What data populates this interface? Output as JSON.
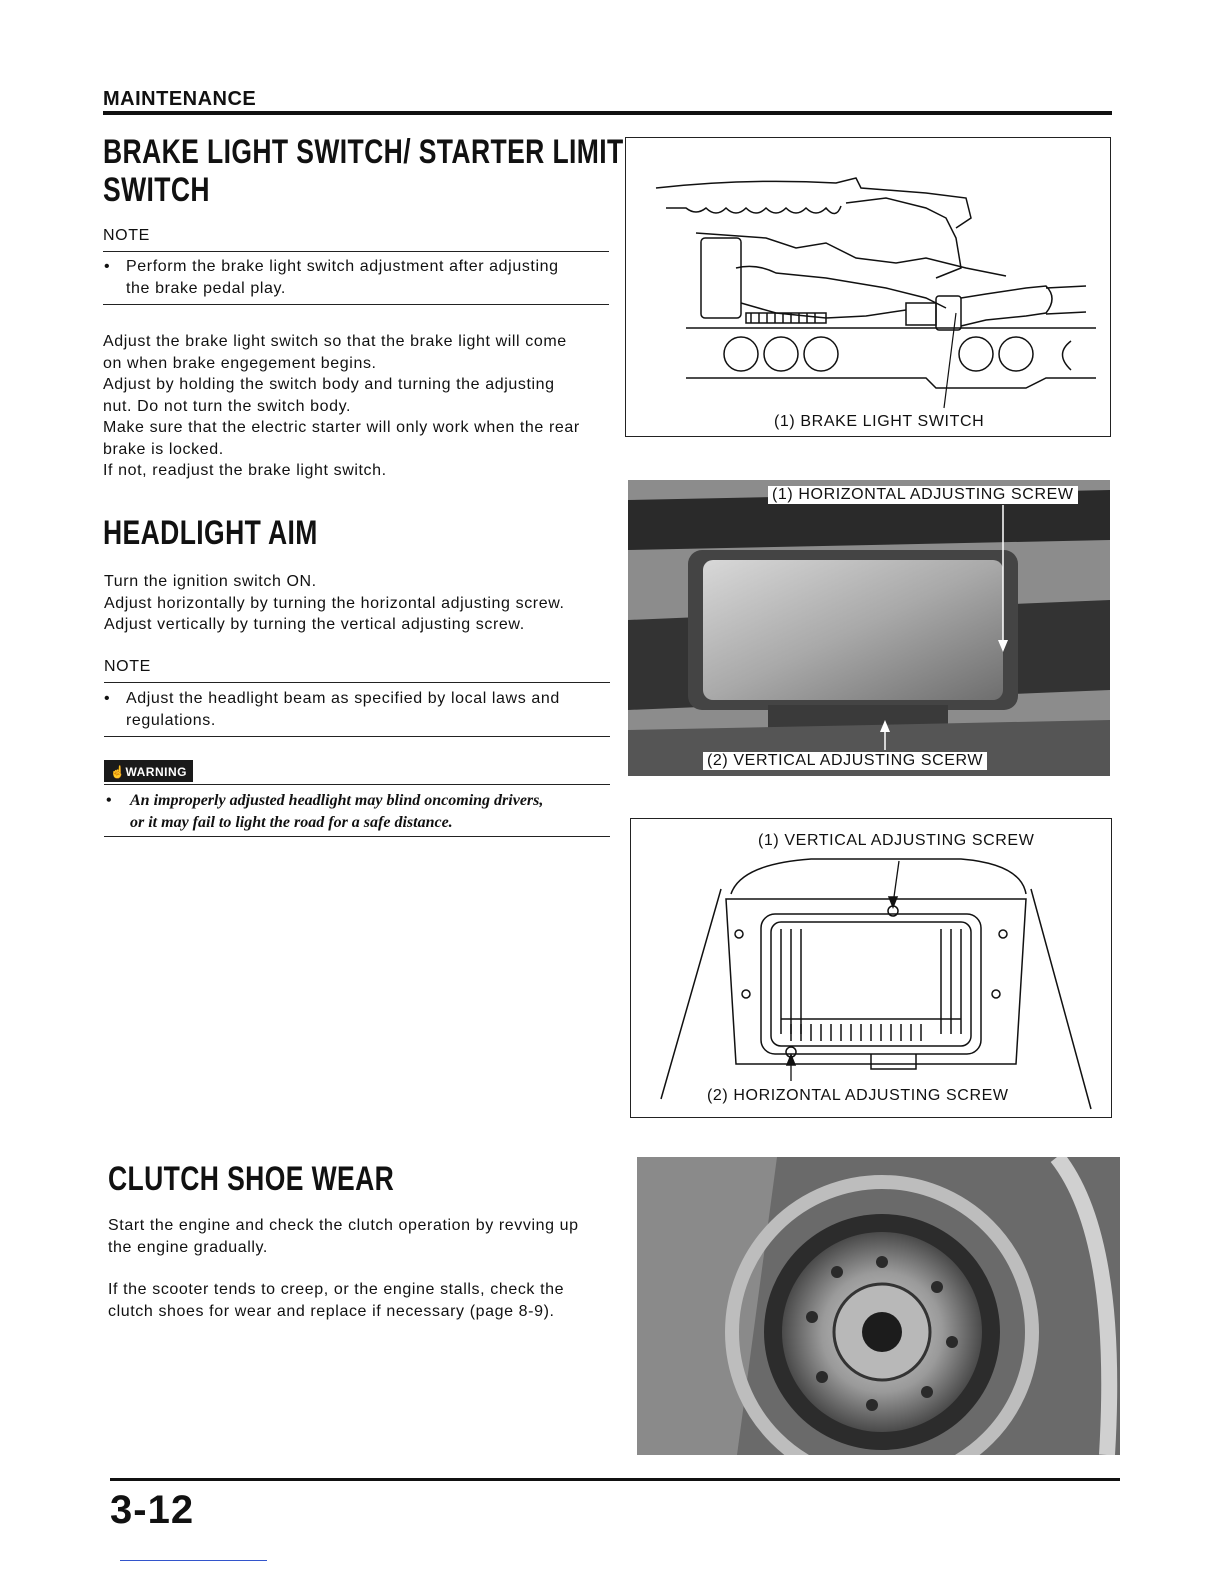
{
  "header": {
    "section": "MAINTENANCE"
  },
  "brake": {
    "title_line1": "BRAKE LIGHT SWITCH/ STARTER LIMITER",
    "title_line2": "SWITCH",
    "note_label": "NOTE",
    "note_item_line1": "Perform the brake light switch adjustment after adjusting",
    "note_item_line2": "the brake pedal play.",
    "para_lines": [
      "Adjust the brake light switch so that the brake light will come",
      "on when brake engegement begins.",
      "Adjust by holding the switch body and turning the adjusting",
      "nut. Do not turn the switch body.",
      "Make sure that the electric starter will only work when the rear",
      "brake is locked.",
      "If not, readjust the brake light switch."
    ],
    "figure_caption": "(1) BRAKE LIGHT SWITCH"
  },
  "headlight": {
    "title": "HEADLIGHT AIM",
    "para_lines": [
      "Turn the ignition switch ON.",
      "Adjust horizontally by turning the horizontal adjusting screw.",
      "Adjust vertically by turning the vertical adjusting screw."
    ],
    "note_label": "NOTE",
    "note_item_line1": "Adjust the headlight beam as specified by local laws and",
    "note_item_line2": "regulations.",
    "warning_label": "WARNING",
    "warning_line1": "An improperly adjusted headlight may blind oncoming drivers,",
    "warning_line2": "or it may fail to light the road for a safe distance.",
    "photo_caption1": "(1) HORIZONTAL ADJUSTING SCREW",
    "photo_caption2": "(2) VERTICAL ADJUSTING SCERW",
    "diagram_caption1": "(1) VERTICAL ADJUSTING SCREW",
    "diagram_caption2": "(2) HORIZONTAL ADJUSTING SCREW"
  },
  "clutch": {
    "title": "CLUTCH SHOE WEAR",
    "para1_lines": [
      "Start the engine and check the clutch operation by revving up",
      "the engine gradually."
    ],
    "para2_lines": [
      "If the scooter tends to creep, or the engine stalls, check the",
      "clutch shoes for wear and replace if necessary (page 8-9)."
    ]
  },
  "footer": {
    "page_number": "3-12"
  }
}
